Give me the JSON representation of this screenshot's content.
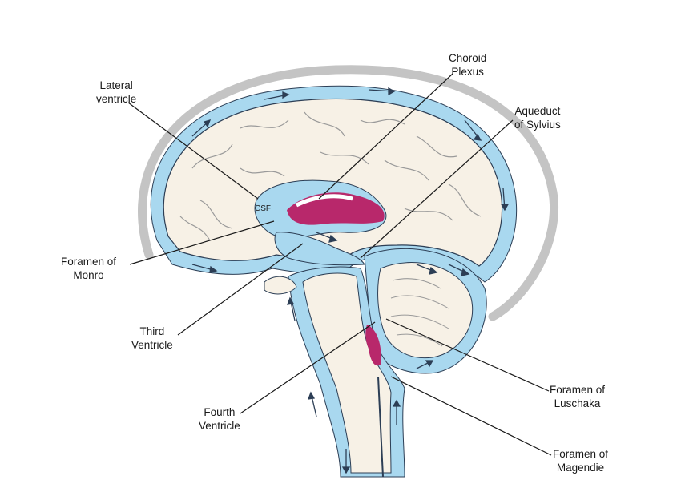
{
  "labels": {
    "choroid_plexus": [
      "Choroid",
      "Plexus"
    ],
    "lateral_ventricle": [
      "Lateral",
      "ventricle"
    ],
    "aqueduct": [
      "Aqueduct",
      "of Sylvius"
    ],
    "csf": "CSF",
    "foramen_monro": [
      "Foramen of",
      "Monro"
    ],
    "third_ventricle": [
      "Third",
      "Ventricle"
    ],
    "fourth_ventricle": [
      "Fourth",
      "Ventricle"
    ],
    "foramen_luschaka": [
      "Foramen of",
      "Luschaka"
    ],
    "foramen_magendie": [
      "Foramen of",
      "Magendie"
    ]
  },
  "colors": {
    "csf": "#a9d8ef",
    "brain": "#f7f1e6",
    "outline": "#2c3e55",
    "choroid": "#b8286b",
    "skull": "#c4c4c4"
  }
}
